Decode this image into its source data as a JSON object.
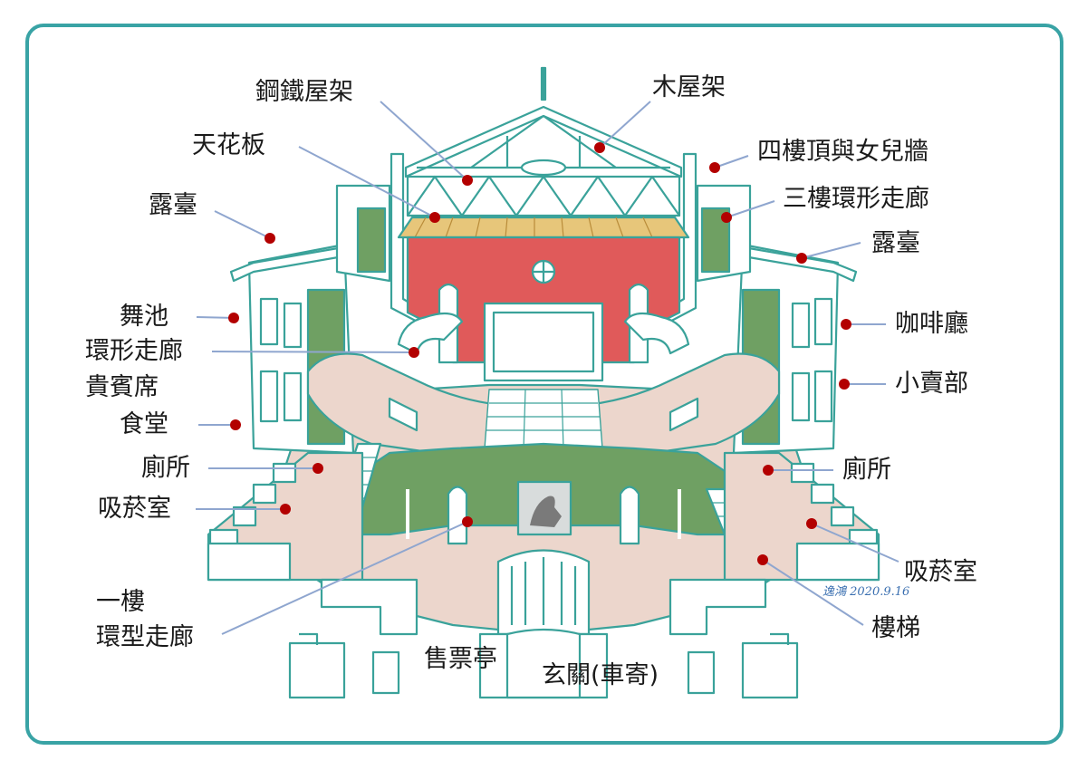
{
  "colors": {
    "frame": "#39a3a5",
    "outline": "#3aa29a",
    "green_wall": "#6fa063",
    "red_wall": "#e05a5a",
    "floor": "#ecd6cc",
    "wood": "#e7c67a",
    "leader": "#8fa6cf",
    "dot": "#b30000"
  },
  "labels": [
    {
      "id": "steel-truss",
      "text": "鋼鐵屋架"
    },
    {
      "id": "wood-truss",
      "text": "木屋架"
    },
    {
      "id": "ceiling",
      "text": "天花板"
    },
    {
      "id": "parapet",
      "text": "四樓頂與女兒牆"
    },
    {
      "id": "third-corridor",
      "text": "三樓環形走廊"
    },
    {
      "id": "terrace-left",
      "text": "露臺"
    },
    {
      "id": "terrace-right",
      "text": "露臺"
    },
    {
      "id": "dance-floor",
      "text": "舞池"
    },
    {
      "id": "ring-corridor",
      "text": "環形走廊"
    },
    {
      "id": "vip-seats",
      "text": "貴賓席"
    },
    {
      "id": "cafe",
      "text": "咖啡廳"
    },
    {
      "id": "kiosk",
      "text": "小賣部"
    },
    {
      "id": "dining",
      "text": "食堂"
    },
    {
      "id": "toilet-left",
      "text": "廁所"
    },
    {
      "id": "toilet-right",
      "text": "廁所"
    },
    {
      "id": "smoking-left",
      "text": "吸菸室"
    },
    {
      "id": "smoking-right",
      "text": "吸菸室"
    },
    {
      "id": "stairs",
      "text": "樓梯"
    },
    {
      "id": "first-floor-1",
      "text": "一樓"
    },
    {
      "id": "first-floor-2",
      "text": "環型走廊"
    },
    {
      "id": "ticket-booth",
      "text": "售票亭"
    },
    {
      "id": "entrance",
      "text": "玄關(車寄)"
    }
  ],
  "signature": "逸鴻 2020.9.16"
}
